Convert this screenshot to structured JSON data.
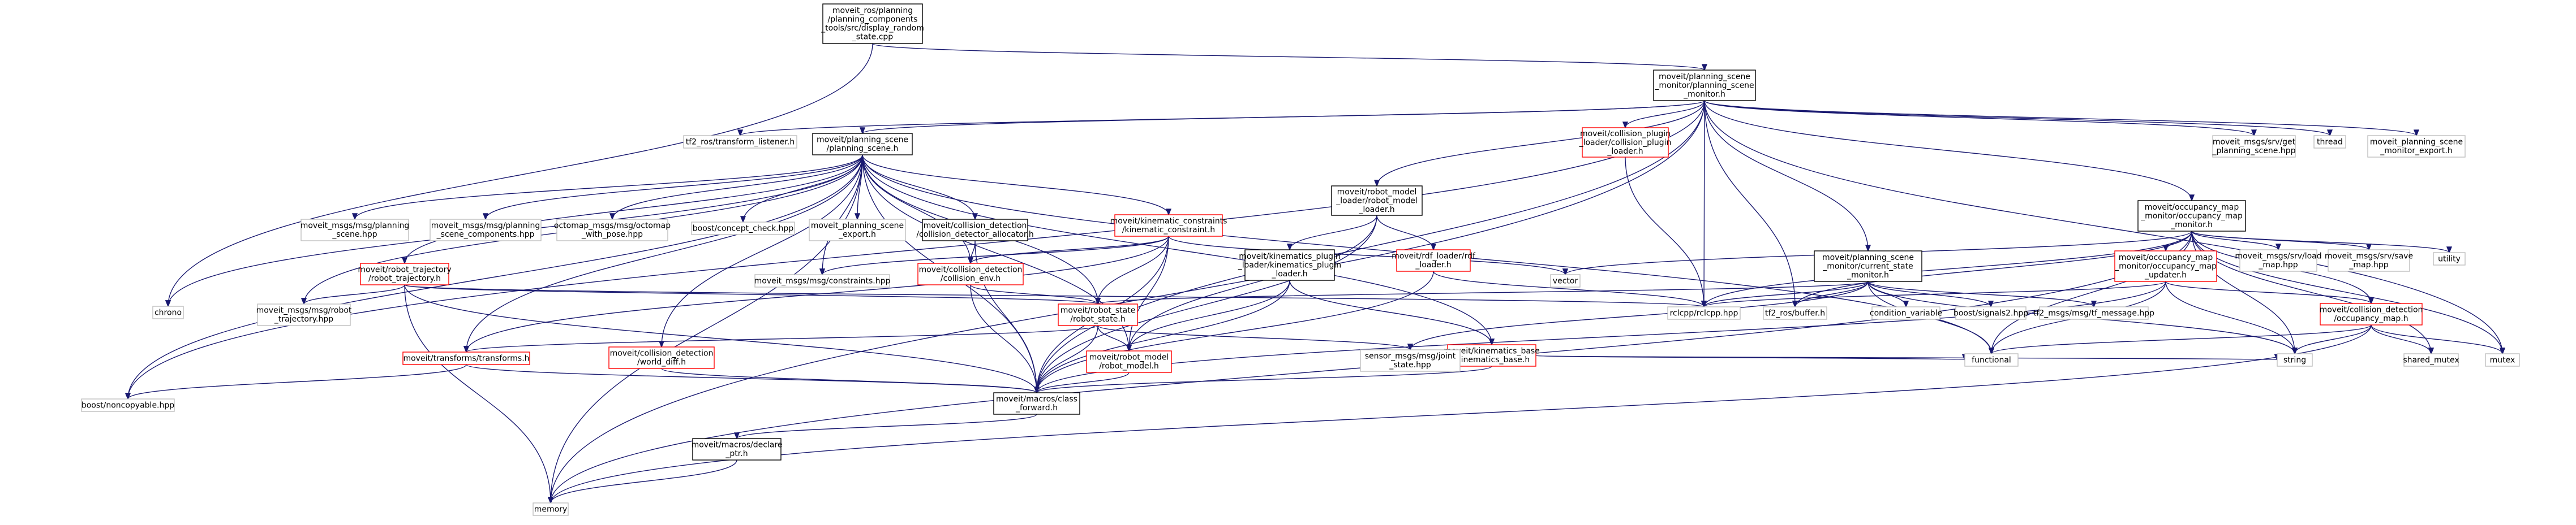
{
  "graph": {
    "nodes": [
      {
        "id": "root",
        "lines": [
          "moveit_ros/planning",
          "/planning_components",
          "_tools/src/display_random",
          "_state.cpp"
        ],
        "style": "root"
      },
      {
        "id": "psm",
        "lines": [
          "moveit/planning_scene",
          "_monitor/planning_scene",
          "_monitor.h"
        ],
        "style": "normal"
      },
      {
        "id": "tf2tl",
        "lines": [
          "tf2_ros/transform_listener.h"
        ],
        "style": "system"
      },
      {
        "id": "ps",
        "lines": [
          "moveit/planning_scene",
          "/planning_scene.h"
        ],
        "style": "normal"
      },
      {
        "id": "cpl",
        "lines": [
          "moveit/collision_plugin",
          "_loader/collision_plugin",
          "_loader.h"
        ],
        "style": "missing"
      },
      {
        "id": "rml",
        "lines": [
          "moveit/robot_model",
          "_loader/robot_model",
          "_loader.h"
        ],
        "style": "normal"
      },
      {
        "id": "getps",
        "lines": [
          "moveit_msgs/srv/get",
          "_planning_scene.hpp"
        ],
        "style": "system"
      },
      {
        "id": "thread",
        "lines": [
          "thread"
        ],
        "style": "system"
      },
      {
        "id": "psexp",
        "lines": [
          "moveit_planning_scene",
          "_monitor_export.h"
        ],
        "style": "system"
      },
      {
        "id": "om",
        "lines": [
          "moveit/occupancy_map",
          "_monitor/occupancy_map",
          "_monitor.h"
        ],
        "style": "normal"
      },
      {
        "id": "msgps",
        "lines": [
          "moveit_msgs/msg/planning",
          "_scene.hpp"
        ],
        "style": "system"
      },
      {
        "id": "msgpsc",
        "lines": [
          "moveit_msgs/msg/planning",
          "_scene_components.hpp"
        ],
        "style": "system"
      },
      {
        "id": "octo",
        "lines": [
          "octomap_msgs/msg/octomap",
          "_with_pose.hpp"
        ],
        "style": "system"
      },
      {
        "id": "concept",
        "lines": [
          "boost/concept_check.hpp"
        ],
        "style": "system"
      },
      {
        "id": "psexport",
        "lines": [
          "moveit_planning_scene",
          "_export.h"
        ],
        "style": "system"
      },
      {
        "id": "cda",
        "lines": [
          "moveit/collision_detection",
          "/collision_detector_allocator.h"
        ],
        "style": "normal"
      },
      {
        "id": "kc",
        "lines": [
          "moveit/kinematic_constraints",
          "/kinematic_constraint.h"
        ],
        "style": "missing"
      },
      {
        "id": "rt",
        "lines": [
          "moveit/robot_trajectory",
          "/robot_trajectory.h"
        ],
        "style": "missing"
      },
      {
        "id": "constraints",
        "lines": [
          "moveit_msgs/msg/constraints.hpp"
        ],
        "style": "system"
      },
      {
        "id": "cenv",
        "lines": [
          "moveit/collision_detection",
          "/collision_env.h"
        ],
        "style": "missing"
      },
      {
        "id": "kpl",
        "lines": [
          "moveit/kinematics_plugin",
          "_loader/kinematics_plugin",
          "_loader.h"
        ],
        "style": "normal"
      },
      {
        "id": "rdf",
        "lines": [
          "moveit/rdf_loader/rdf",
          "_loader.h"
        ],
        "style": "missing"
      },
      {
        "id": "vector",
        "lines": [
          "vector"
        ],
        "style": "system"
      },
      {
        "id": "csm",
        "lines": [
          "moveit/planning_scene",
          "_monitor/current_state",
          "_monitor.h"
        ],
        "style": "normal"
      },
      {
        "id": "omu",
        "lines": [
          "moveit/occupancy_map",
          "_monitor/occupancy_map",
          "_updater.h"
        ],
        "style": "missing"
      },
      {
        "id": "srvload",
        "lines": [
          "moveit_msgs/srv/load",
          "_map.hpp"
        ],
        "style": "system"
      },
      {
        "id": "srvsave",
        "lines": [
          "moveit_msgs/srv/save",
          "_map.hpp"
        ],
        "style": "system"
      },
      {
        "id": "utility",
        "lines": [
          "utility"
        ],
        "style": "system"
      },
      {
        "id": "chrono",
        "lines": [
          "chrono"
        ],
        "style": "system"
      },
      {
        "id": "msgrt",
        "lines": [
          "moveit_msgs/msg/robot",
          "_trajectory.hpp"
        ],
        "style": "system"
      },
      {
        "id": "rs",
        "lines": [
          "moveit/robot_state",
          "/robot_state.h"
        ],
        "style": "missing"
      },
      {
        "id": "rclcpp",
        "lines": [
          "rclcpp/rclcpp.hpp"
        ],
        "style": "system"
      },
      {
        "id": "tf2buf",
        "lines": [
          "tf2_ros/buffer.h"
        ],
        "style": "system"
      },
      {
        "id": "condvar",
        "lines": [
          "condition_variable"
        ],
        "style": "system"
      },
      {
        "id": "signals2",
        "lines": [
          "boost/signals2.hpp"
        ],
        "style": "system"
      },
      {
        "id": "tfmsg",
        "lines": [
          "tf2_msgs/msg/tf_message.hpp"
        ],
        "style": "system"
      },
      {
        "id": "om2",
        "lines": [
          "moveit/collision_detection",
          "/occupancy_map.h"
        ],
        "style": "missing"
      },
      {
        "id": "transforms",
        "lines": [
          "moveit/transforms/transforms.h"
        ],
        "style": "missing"
      },
      {
        "id": "wdiff",
        "lines": [
          "moveit/collision_detection",
          "/world_diff.h"
        ],
        "style": "missing"
      },
      {
        "id": "kb",
        "lines": [
          "moveit/kinematics_base",
          "/kinematics_base.h"
        ],
        "style": "missing"
      },
      {
        "id": "jointstate",
        "lines": [
          "sensor_msgs/msg/joint",
          "_state.hpp"
        ],
        "style": "system"
      },
      {
        "id": "functional",
        "lines": [
          "functional"
        ],
        "style": "system"
      },
      {
        "id": "string",
        "lines": [
          "string"
        ],
        "style": "system"
      },
      {
        "id": "shmutex",
        "lines": [
          "shared_mutex"
        ],
        "style": "system"
      },
      {
        "id": "mutex",
        "lines": [
          "mutex"
        ],
        "style": "system"
      },
      {
        "id": "rm",
        "lines": [
          "moveit/robot_model",
          "/robot_model.h"
        ],
        "style": "missing"
      },
      {
        "id": "noncopy",
        "lines": [
          "boost/noncopyable.hpp"
        ],
        "style": "system"
      },
      {
        "id": "classfwd",
        "lines": [
          "moveit/macros/class",
          "_forward.h"
        ],
        "style": "normal"
      },
      {
        "id": "declare",
        "lines": [
          "moveit/macros/declare",
          "_ptr.h"
        ],
        "style": "normal"
      },
      {
        "id": "memory",
        "lines": [
          "memory"
        ],
        "style": "system"
      }
    ],
    "edges": [
      [
        "root",
        "psm"
      ],
      [
        "root",
        "chrono"
      ],
      [
        "psm",
        "tf2tl"
      ],
      [
        "psm",
        "ps"
      ],
      [
        "psm",
        "cpl"
      ],
      [
        "psm",
        "rml"
      ],
      [
        "psm",
        "getps"
      ],
      [
        "psm",
        "thread"
      ],
      [
        "psm",
        "psexp"
      ],
      [
        "psm",
        "om"
      ],
      [
        "psm",
        "csm"
      ],
      [
        "psm",
        "rclcpp"
      ],
      [
        "psm",
        "tf2buf"
      ],
      [
        "psm",
        "mutex"
      ],
      [
        "psm",
        "memory"
      ],
      [
        "psm",
        "noncopy"
      ],
      [
        "psm",
        "classfwd"
      ],
      [
        "ps",
        "msgps"
      ],
      [
        "ps",
        "msgpsc"
      ],
      [
        "ps",
        "octo"
      ],
      [
        "ps",
        "concept"
      ],
      [
        "ps",
        "psexport"
      ],
      [
        "ps",
        "cda"
      ],
      [
        "ps",
        "kc"
      ],
      [
        "ps",
        "rt"
      ],
      [
        "ps",
        "constraints"
      ],
      [
        "ps",
        "cenv"
      ],
      [
        "ps",
        "rs"
      ],
      [
        "ps",
        "rm"
      ],
      [
        "ps",
        "transforms"
      ],
      [
        "ps",
        "wdiff"
      ],
      [
        "ps",
        "kb"
      ],
      [
        "ps",
        "noncopy"
      ],
      [
        "ps",
        "classfwd"
      ],
      [
        "ps",
        "memory"
      ],
      [
        "ps",
        "functional"
      ],
      [
        "ps",
        "chrono"
      ],
      [
        "ps",
        "msgrt"
      ],
      [
        "cpl",
        "rclcpp"
      ],
      [
        "rml",
        "rdf"
      ],
      [
        "rml",
        "kpl"
      ],
      [
        "rml",
        "rm"
      ],
      [
        "rml",
        "classfwd"
      ],
      [
        "kpl",
        "kb"
      ],
      [
        "kpl",
        "rm"
      ],
      [
        "kpl",
        "classfwd"
      ],
      [
        "rdf",
        "rclcpp"
      ],
      [
        "rdf",
        "classfwd"
      ],
      [
        "cda",
        "cenv"
      ],
      [
        "cda",
        "classfwd"
      ],
      [
        "kc",
        "constraints"
      ],
      [
        "kc",
        "cenv"
      ],
      [
        "kc",
        "rs"
      ],
      [
        "kc",
        "rm"
      ],
      [
        "kc",
        "vector"
      ],
      [
        "kc",
        "classfwd"
      ],
      [
        "kc",
        "transforms"
      ],
      [
        "rt",
        "msgrt"
      ],
      [
        "rt",
        "rs"
      ],
      [
        "rt",
        "rclcpp"
      ],
      [
        "rt",
        "classfwd"
      ],
      [
        "rt",
        "memory"
      ],
      [
        "cenv",
        "rs"
      ],
      [
        "cenv",
        "classfwd"
      ],
      [
        "rs",
        "rm"
      ],
      [
        "rs",
        "transforms"
      ],
      [
        "rs",
        "jointstate"
      ],
      [
        "rs",
        "classfwd"
      ],
      [
        "rm",
        "classfwd"
      ],
      [
        "transforms",
        "noncopy"
      ],
      [
        "transforms",
        "classfwd"
      ],
      [
        "wdiff",
        "classfwd"
      ],
      [
        "kb",
        "classfwd"
      ],
      [
        "kb",
        "functional"
      ],
      [
        "kb",
        "string"
      ],
      [
        "csm",
        "rs"
      ],
      [
        "csm",
        "rclcpp"
      ],
      [
        "csm",
        "tf2buf"
      ],
      [
        "csm",
        "condvar"
      ],
      [
        "csm",
        "signals2"
      ],
      [
        "csm",
        "tfmsg"
      ],
      [
        "csm",
        "functional"
      ],
      [
        "csm",
        "string"
      ],
      [
        "csm",
        "jointstate"
      ],
      [
        "om",
        "vector"
      ],
      [
        "om",
        "omu"
      ],
      [
        "om",
        "srvload"
      ],
      [
        "om",
        "srvsave"
      ],
      [
        "om",
        "utility"
      ],
      [
        "om",
        "om2"
      ],
      [
        "om",
        "rclcpp"
      ],
      [
        "om",
        "tf2buf"
      ],
      [
        "om",
        "functional"
      ],
      [
        "om",
        "string"
      ],
      [
        "om",
        "shmutex"
      ],
      [
        "om",
        "mutex"
      ],
      [
        "om",
        "memory"
      ],
      [
        "omu",
        "om2"
      ],
      [
        "omu",
        "rclcpp"
      ],
      [
        "omu",
        "classfwd"
      ],
      [
        "omu",
        "string"
      ],
      [
        "omu",
        "functional"
      ],
      [
        "om2",
        "string"
      ],
      [
        "om2",
        "functional"
      ],
      [
        "om2",
        "shmutex"
      ],
      [
        "om2",
        "mutex"
      ],
      [
        "om2",
        "memory"
      ],
      [
        "classfwd",
        "declare"
      ],
      [
        "declare",
        "memory"
      ]
    ]
  }
}
